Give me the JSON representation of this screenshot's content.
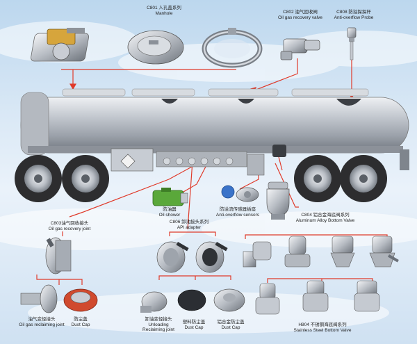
{
  "labels": {
    "manhole": {
      "code_cn": "C801 人孔盖系列",
      "en": "Manhole"
    },
    "recovery_valve": {
      "code_cn": "C802 油气回收阀",
      "en": "Oil gas recovery valve"
    },
    "probe": {
      "code_cn": "C808 防溢探探杆",
      "en": "Anti-overflow Probe"
    },
    "oil_shower": {
      "cn": "防油器",
      "en": "Oil shower"
    },
    "sensors": {
      "cn": "防溢流传感器插座",
      "en": "Anti-overflow sensors"
    },
    "bottom_valve": {
      "code_cn": "C804 铝合金海底阀系列",
      "en": "Aluminum Alloy Bottom Valve"
    },
    "recovery_joint": {
      "code_cn": "C803油气回收接头",
      "en": "Oil gas recovery joint"
    },
    "api_adapter": {
      "code_cn": "C806 卸油接头系列",
      "en": "API adapter"
    },
    "reclaiming_joint": {
      "cn": "油气变径接头",
      "en": "Oil gas reclaiming joint"
    },
    "dust_cap_1": {
      "cn": "防尘盖",
      "en": "Dust Cap"
    },
    "unloading_joint": {
      "cn": "卸油变径接头",
      "en1": "Unloading",
      "en2": "Reclaiming joint"
    },
    "dust_cap_2": {
      "cn": "塑料防尘盖",
      "en": "Dust Cap"
    },
    "dust_cap_3": {
      "cn": "铝合金防尘盖",
      "en": "Dust Cap"
    },
    "stainless_valve": {
      "code_cn": "H804 不锈钢海底阀系列",
      "en": "Stainless Steel Bottom Valve"
    }
  },
  "colors": {
    "guide_line": "#e03a2a",
    "tank_body": "#c9cdd4",
    "tyre": "#2d2d2f"
  }
}
